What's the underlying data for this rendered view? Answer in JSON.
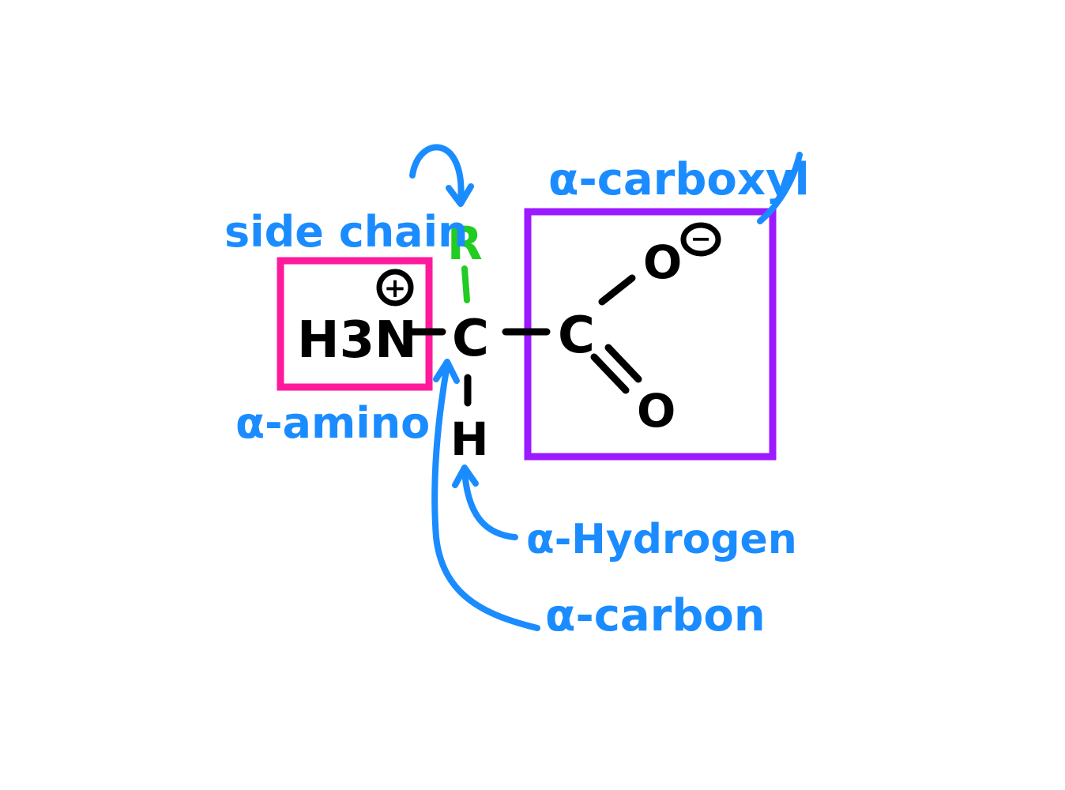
{
  "molecule": {
    "amino_group": "H3N",
    "alpha_carbon": "C",
    "carboxyl_carbon": "C",
    "side_chain": "R",
    "alpha_hydrogen": "H",
    "carboxyl_oxygen_single": "O",
    "carboxyl_oxygen_double": "O",
    "positive_charge": "+",
    "negative_charge": "−"
  },
  "labels": {
    "side_chain": "side chain",
    "alpha_amino": "α-amino",
    "alpha_carboxyl": "α-carboxyl",
    "alpha_hydrogen": "α-Hydrogen",
    "alpha_carbon": "α-carbon"
  },
  "colors": {
    "ink": "#000000",
    "annotation": "#1a8cff",
    "side_chain": "#22cc22",
    "amino_box": "#ff1a9c",
    "carboxyl_box": "#9b1aff"
  }
}
